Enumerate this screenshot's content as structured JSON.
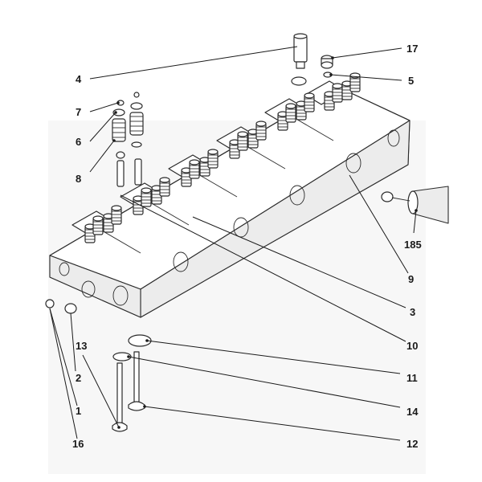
{
  "diagram": {
    "callouts": [
      {
        "id": "c4",
        "text": "4"
      },
      {
        "id": "c17",
        "text": "17"
      },
      {
        "id": "c5",
        "text": "5"
      },
      {
        "id": "c7",
        "text": "7"
      },
      {
        "id": "c6",
        "text": "6"
      },
      {
        "id": "c8",
        "text": "8"
      },
      {
        "id": "c185",
        "text": "185"
      },
      {
        "id": "c9",
        "text": "9"
      },
      {
        "id": "c3",
        "text": "3"
      },
      {
        "id": "c10",
        "text": "10"
      },
      {
        "id": "c13",
        "text": "13"
      },
      {
        "id": "c11",
        "text": "11"
      },
      {
        "id": "c2",
        "text": "2"
      },
      {
        "id": "c14",
        "text": "14"
      },
      {
        "id": "c1",
        "text": "1"
      },
      {
        "id": "c16",
        "text": "16"
      },
      {
        "id": "c12",
        "text": "12"
      }
    ]
  }
}
